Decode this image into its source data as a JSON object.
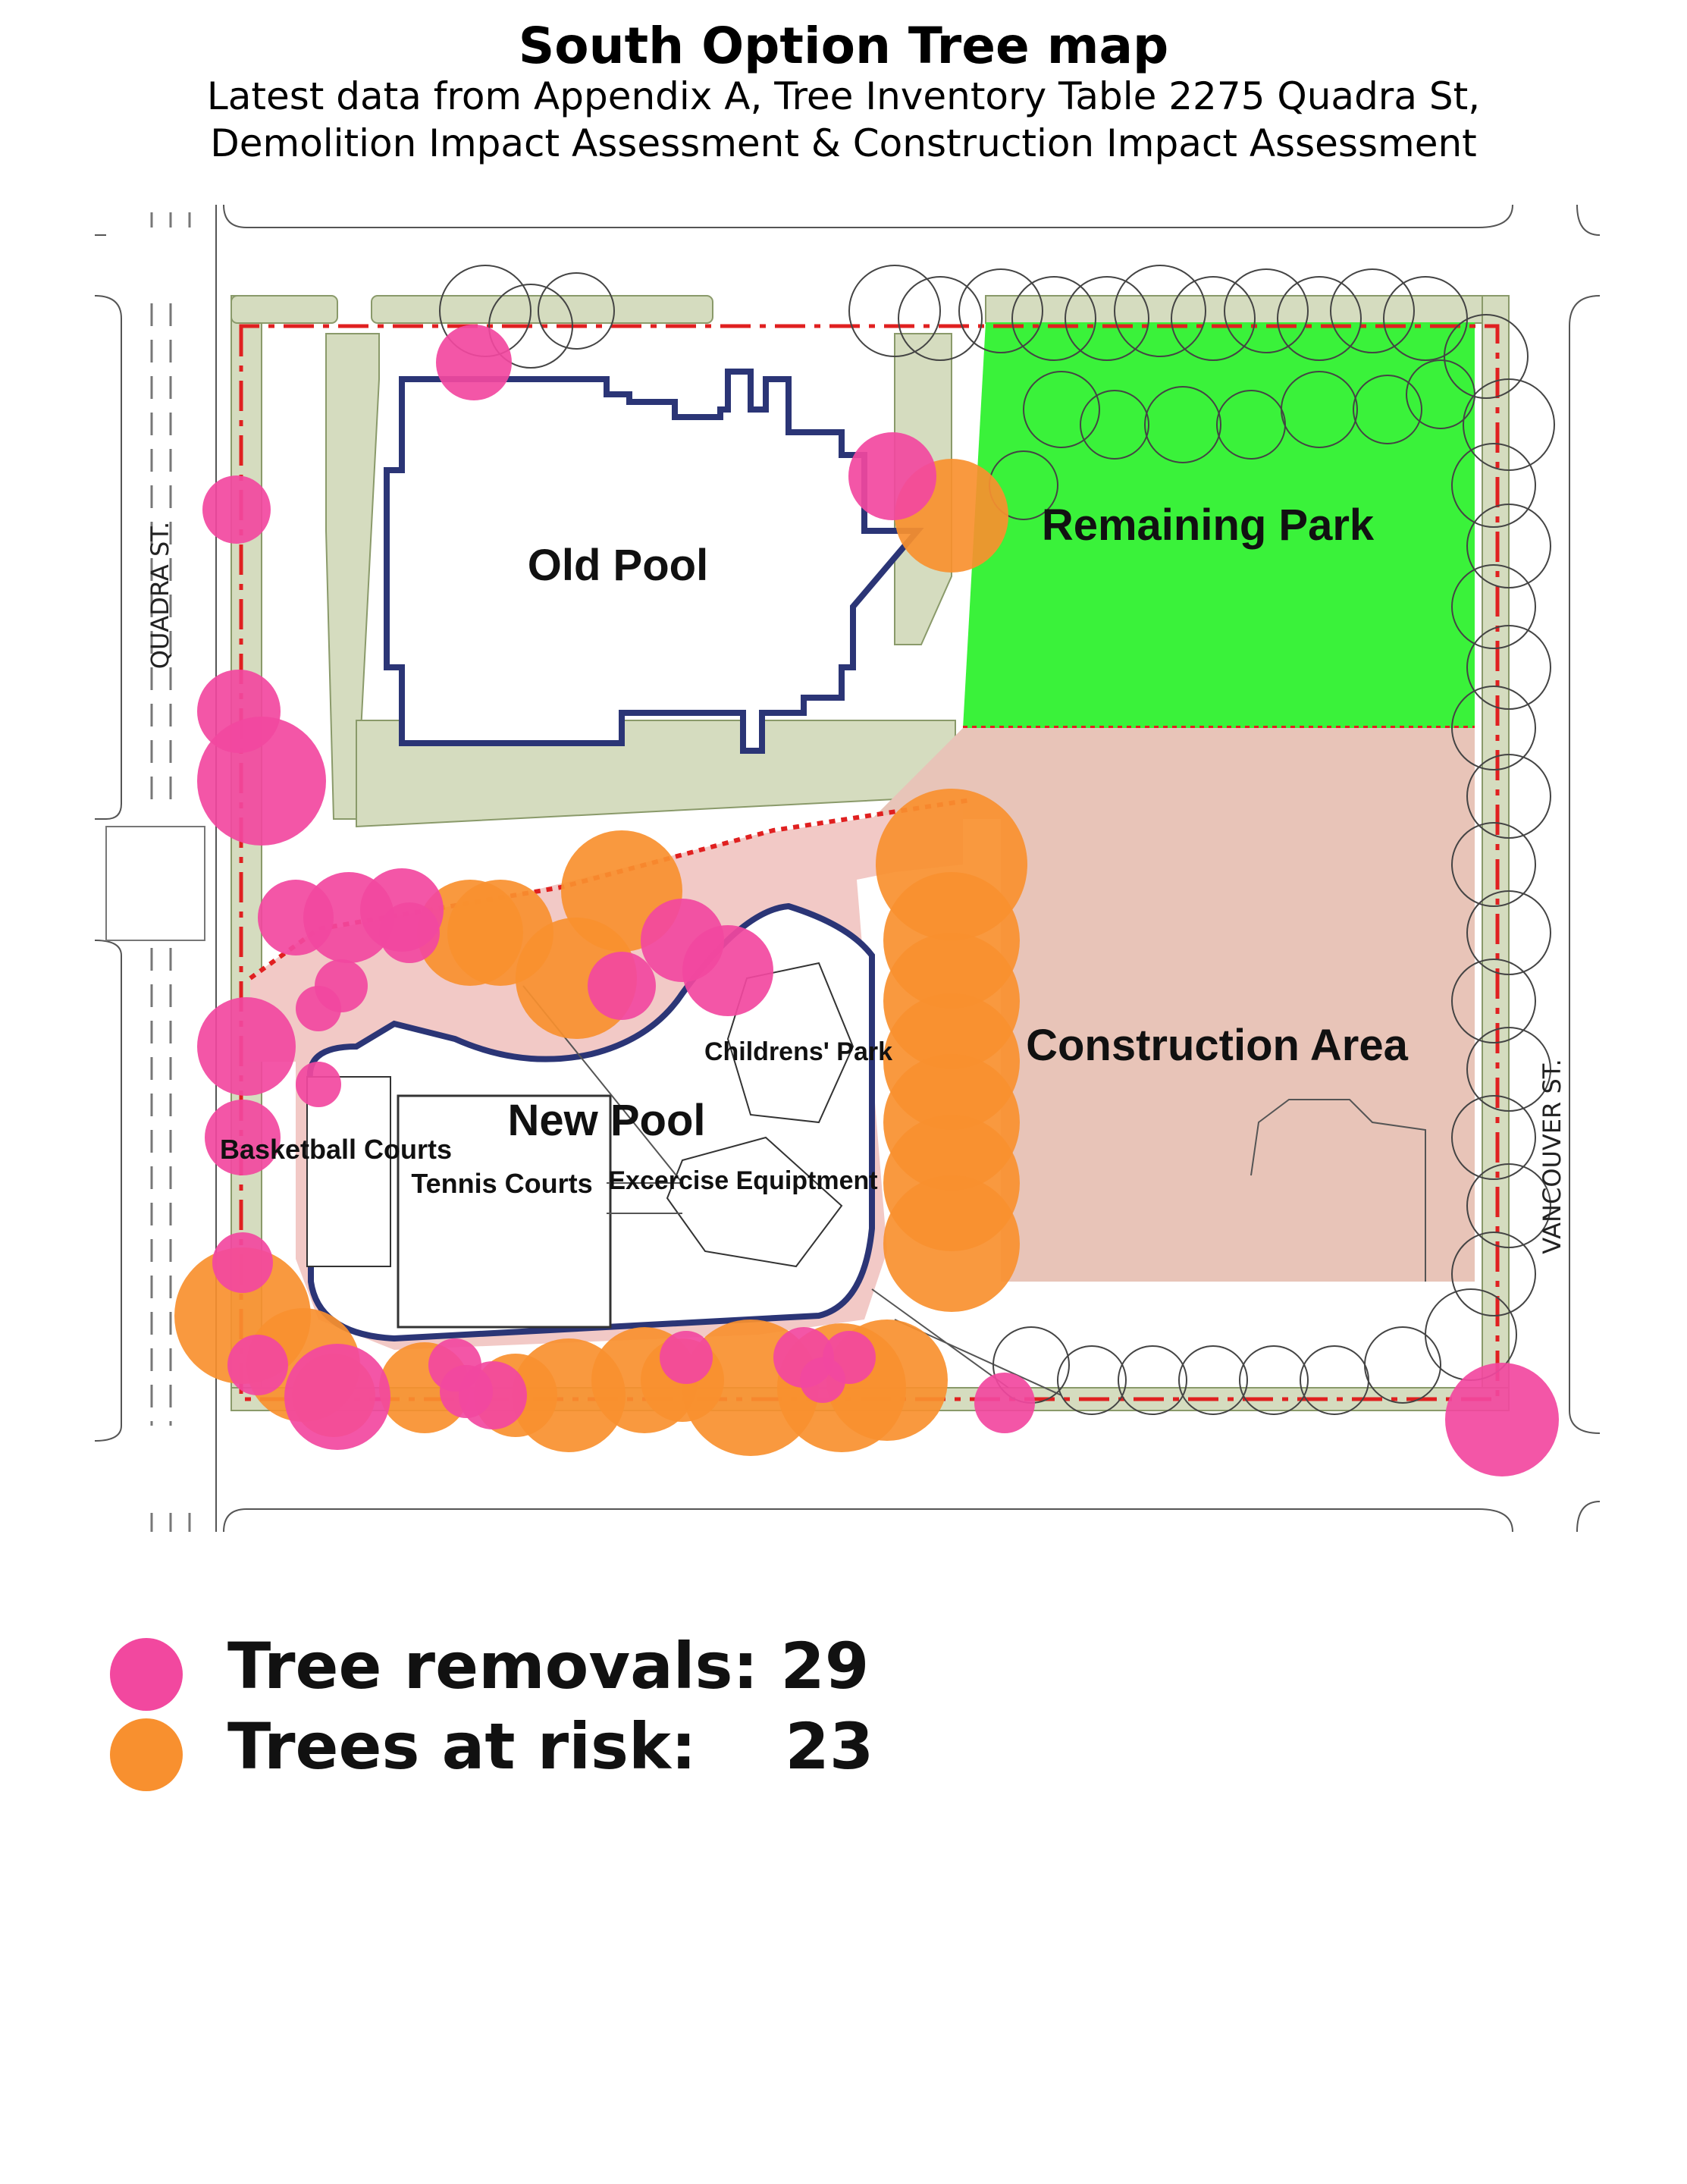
{
  "title": "South Option Tree map",
  "subtitle_line1": "Latest data from Appendix A, Tree Inventory Table 2275 Quadra St,",
  "subtitle_line2": "Demolition Impact Assessment & Construction Impact Assessment",
  "map": {
    "streets": {
      "west": "QUADRA ST.",
      "east": "VANCOUVER ST."
    },
    "areas": {
      "old_pool": "Old Pool",
      "remaining_park": "Remaining Park",
      "construction_area": "Construction Area",
      "new_pool": "New Pool",
      "basketball_courts": "Basketball Courts",
      "tennis_courts": "Tennis Courts",
      "childrens_park": "Childrens' Park",
      "exercise_equipment": "Excercise Equiptment"
    },
    "colors": {
      "removal": "#f2489f",
      "at_risk": "#f8902f",
      "remaining_park": "#3af23a",
      "construction_area": "#e8c4b8",
      "green_strip": "#d5dcbf",
      "pool_outline": "#2b3576",
      "boundary": "#e02020"
    }
  },
  "legend": {
    "removals_label": "Tree removals: 29",
    "at_risk_label": "Trees at risk:    23"
  }
}
